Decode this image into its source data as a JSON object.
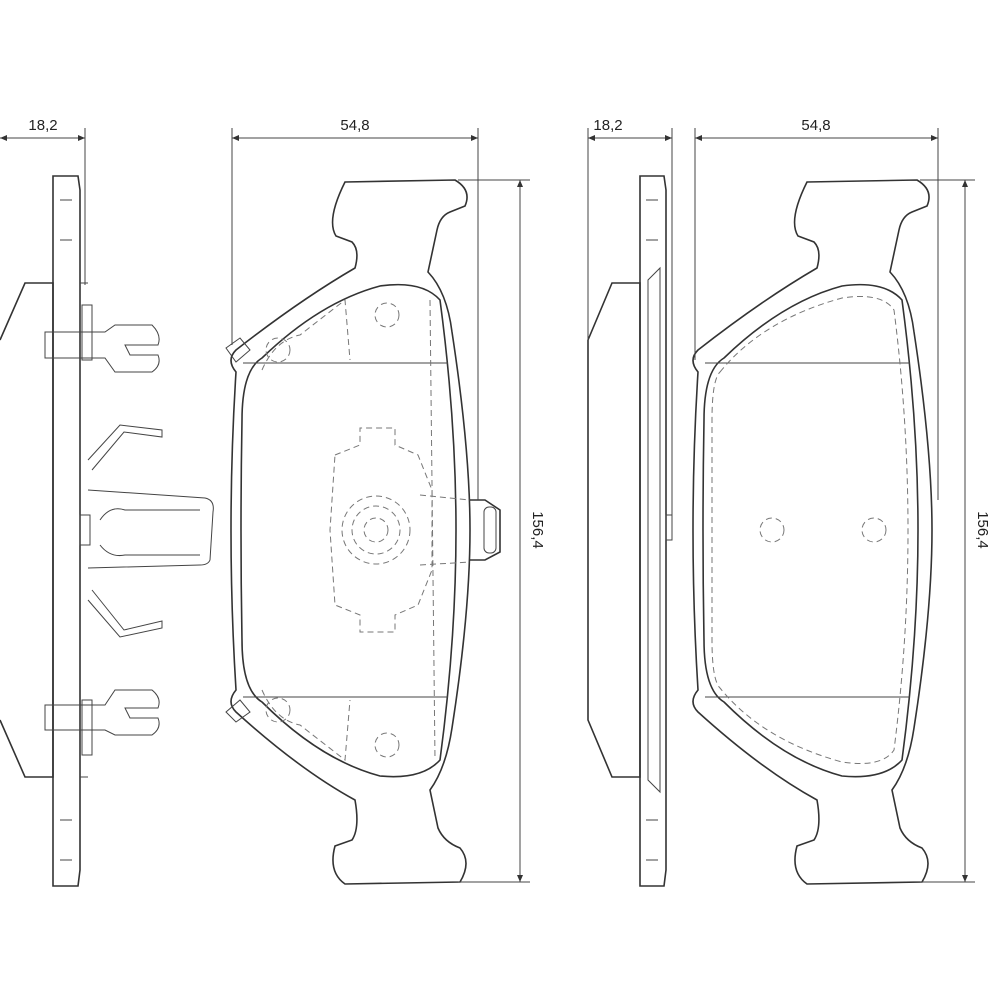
{
  "dimensions": {
    "left_side_thickness": "18,2",
    "left_pad_width": "54,8",
    "left_pad_height": "156,4",
    "right_side_thickness": "18,2",
    "right_pad_width": "54,8",
    "right_pad_height": "156,4"
  }
}
